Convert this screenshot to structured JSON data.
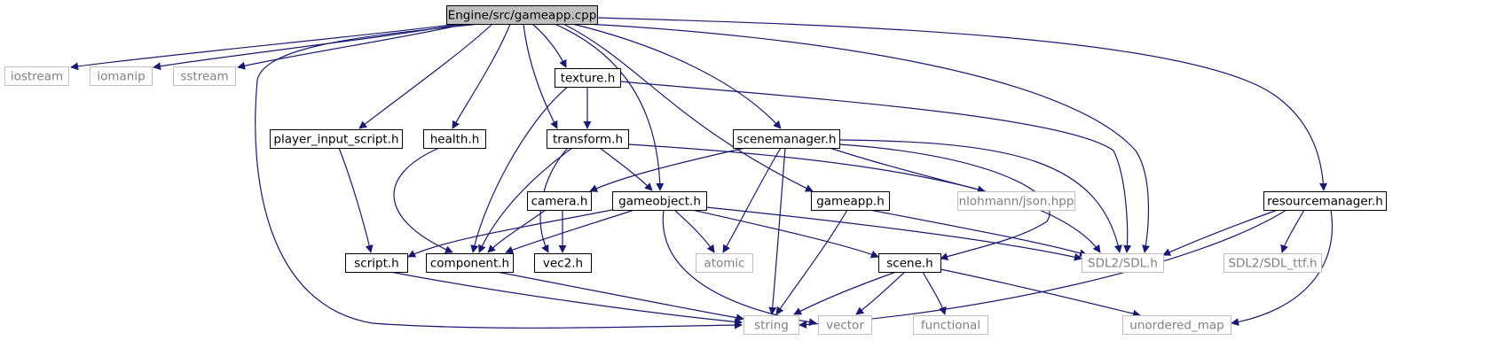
{
  "diagram": {
    "type": "include-dependency-graph",
    "colors": {
      "edge": "#191970",
      "node_border": "#000000",
      "external_border": "#bfbfbf",
      "external_text": "#7f7f7f",
      "root_fill": "#bfbfbf",
      "node_fill": "#ffffff",
      "text": "#000000"
    },
    "nodes": [
      {
        "id": "gameapp_cpp",
        "label": "Engine/src/gameapp.cpp",
        "kind": "root"
      },
      {
        "id": "iostream",
        "label": "iostream",
        "kind": "external"
      },
      {
        "id": "iomanip",
        "label": "iomanip",
        "kind": "external"
      },
      {
        "id": "sstream",
        "label": "sstream",
        "kind": "external"
      },
      {
        "id": "texture_h",
        "label": "texture.h",
        "kind": "local"
      },
      {
        "id": "player_input_script_h",
        "label": "player_input_script.h",
        "kind": "local"
      },
      {
        "id": "health_h",
        "label": "health.h",
        "kind": "local"
      },
      {
        "id": "transform_h",
        "label": "transform.h",
        "kind": "local"
      },
      {
        "id": "scenemanager_h",
        "label": "scenemanager.h",
        "kind": "local"
      },
      {
        "id": "camera_h",
        "label": "camera.h",
        "kind": "local"
      },
      {
        "id": "gameobject_h",
        "label": "gameobject.h",
        "kind": "local"
      },
      {
        "id": "gameapp_h",
        "label": "gameapp.h",
        "kind": "local"
      },
      {
        "id": "nlohmann_json",
        "label": "nlohmann/json.hpp",
        "kind": "external"
      },
      {
        "id": "resourcemanager_h",
        "label": "resourcemanager.h",
        "kind": "local"
      },
      {
        "id": "script_h",
        "label": "script.h",
        "kind": "local"
      },
      {
        "id": "component_h",
        "label": "component.h",
        "kind": "local"
      },
      {
        "id": "vec2_h",
        "label": "vec2.h",
        "kind": "local"
      },
      {
        "id": "atomic",
        "label": "atomic",
        "kind": "external"
      },
      {
        "id": "scene_h",
        "label": "scene.h",
        "kind": "local"
      },
      {
        "id": "sdl_h",
        "label": "SDL2/SDL.h",
        "kind": "external"
      },
      {
        "id": "sdl_ttf_h",
        "label": "SDL2/SDL_ttf.h",
        "kind": "external"
      },
      {
        "id": "string",
        "label": "string",
        "kind": "external"
      },
      {
        "id": "vector",
        "label": "vector",
        "kind": "external"
      },
      {
        "id": "functional",
        "label": "functional",
        "kind": "external"
      },
      {
        "id": "unordered_map",
        "label": "unordered_map",
        "kind": "external"
      }
    ],
    "edges": [
      {
        "from": "gameapp_cpp",
        "to": "iostream"
      },
      {
        "from": "gameapp_cpp",
        "to": "iomanip"
      },
      {
        "from": "gameapp_cpp",
        "to": "sstream"
      },
      {
        "from": "gameapp_cpp",
        "to": "string"
      },
      {
        "from": "gameapp_cpp",
        "to": "player_input_script_h"
      },
      {
        "from": "gameapp_cpp",
        "to": "health_h"
      },
      {
        "from": "gameapp_cpp",
        "to": "transform_h"
      },
      {
        "from": "gameapp_cpp",
        "to": "texture_h"
      },
      {
        "from": "gameapp_cpp",
        "to": "gameobject_h"
      },
      {
        "from": "gameapp_cpp",
        "to": "gameapp_h"
      },
      {
        "from": "gameapp_cpp",
        "to": "scenemanager_h"
      },
      {
        "from": "gameapp_cpp",
        "to": "sdl_h"
      },
      {
        "from": "gameapp_cpp",
        "to": "resourcemanager_h"
      },
      {
        "from": "texture_h",
        "to": "transform_h"
      },
      {
        "from": "texture_h",
        "to": "component_h"
      },
      {
        "from": "texture_h",
        "to": "sdl_h"
      },
      {
        "from": "player_input_script_h",
        "to": "script_h"
      },
      {
        "from": "health_h",
        "to": "component_h"
      },
      {
        "from": "transform_h",
        "to": "gameobject_h"
      },
      {
        "from": "transform_h",
        "to": "component_h"
      },
      {
        "from": "transform_h",
        "to": "vec2_h"
      },
      {
        "from": "transform_h",
        "to": "sdl_h"
      },
      {
        "from": "scenemanager_h",
        "to": "camera_h"
      },
      {
        "from": "scenemanager_h",
        "to": "atomic"
      },
      {
        "from": "scenemanager_h",
        "to": "string"
      },
      {
        "from": "scenemanager_h",
        "to": "nlohmann_json"
      },
      {
        "from": "scenemanager_h",
        "to": "scene_h"
      },
      {
        "from": "scenemanager_h",
        "to": "sdl_h"
      },
      {
        "from": "camera_h",
        "to": "component_h"
      },
      {
        "from": "camera_h",
        "to": "vec2_h"
      },
      {
        "from": "gameobject_h",
        "to": "script_h"
      },
      {
        "from": "gameobject_h",
        "to": "component_h"
      },
      {
        "from": "gameobject_h",
        "to": "atomic"
      },
      {
        "from": "gameobject_h",
        "to": "vector"
      },
      {
        "from": "gameobject_h",
        "to": "scene_h"
      },
      {
        "from": "gameobject_h",
        "to": "sdl_h"
      },
      {
        "from": "gameapp_h",
        "to": "string"
      },
      {
        "from": "gameapp_h",
        "to": "sdl_h"
      },
      {
        "from": "resourcemanager_h",
        "to": "sdl_h"
      },
      {
        "from": "resourcemanager_h",
        "to": "sdl_ttf_h"
      },
      {
        "from": "resourcemanager_h",
        "to": "string"
      },
      {
        "from": "resourcemanager_h",
        "to": "unordered_map"
      },
      {
        "from": "script_h",
        "to": "string"
      },
      {
        "from": "component_h",
        "to": "string"
      },
      {
        "from": "scene_h",
        "to": "string"
      },
      {
        "from": "scene_h",
        "to": "vector"
      },
      {
        "from": "scene_h",
        "to": "functional"
      },
      {
        "from": "scene_h",
        "to": "unordered_map"
      }
    ]
  }
}
